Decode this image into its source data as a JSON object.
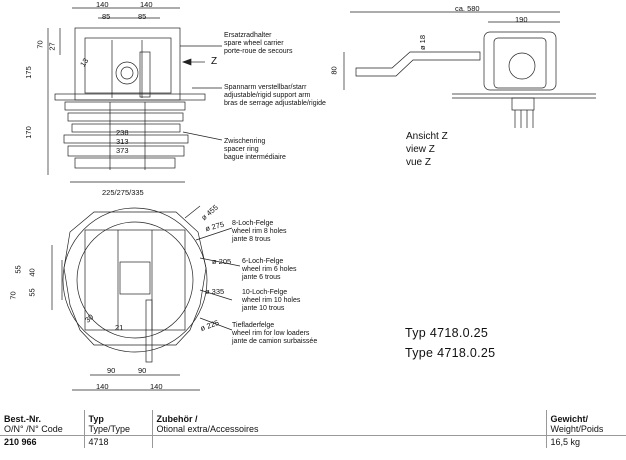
{
  "labels": {
    "spare_wheel_carrier": [
      "Ersatzradhalter",
      "spare wheel carrier",
      "porte-roue de secours"
    ],
    "clamp_arm": [
      "Spannarm verstellbar/starr",
      "adjustable/rigid support arm",
      "bras de serrage adjustable/rigide"
    ],
    "spacer_ring": [
      "Zwischenring",
      "spacer ring",
      "bague intermédiaire"
    ],
    "rim_8": [
      "8-Loch-Felge",
      "wheel rim 8 holes",
      "jante 8 trous"
    ],
    "rim_6": [
      "6-Loch-Felge",
      "wheel rim 6 holes",
      "jante 6 trous"
    ],
    "rim_10": [
      "10-Loch-Felge",
      "wheel rim 10 holes",
      "jante 10 trous"
    ],
    "low_loader": [
      "Tiefladerfelge",
      "wheel rim for low loaders",
      "jante de camion surbaissée"
    ]
  },
  "view": [
    "Ansicht Z",
    "view Z",
    "vue Z"
  ],
  "arrow_z": "Z",
  "type_lines": [
    "Typ   4718.0.25",
    "Type  4718.0.25"
  ],
  "dims": {
    "top_140": "140",
    "top_85a": "85",
    "top_85b": "85",
    "top_140b": "140",
    "d70": "70",
    "d27": "27",
    "d13": "13",
    "d175": "175",
    "d170": "170",
    "d238": "238",
    "d313": "313",
    "d373": "373",
    "d225": "225/275/335",
    "ca580": "ca. 580",
    "d190": "190",
    "d18": "ø 18",
    "d80": "80",
    "o455": "ø 455",
    "o275": "ø 275",
    "o205": "ø 205",
    "o335": "ø 335",
    "o225": "ø 225",
    "d55": "55",
    "d40": "40",
    "d70b": "70",
    "d55b": "55",
    "d30": "30",
    "d21": "21",
    "b90a": "90",
    "b90b": "90",
    "b140a": "140",
    "b140b": "140"
  },
  "table": {
    "headers": {
      "order_no": "Best.-Nr.",
      "order_no_sub": "O/N° /N° Code",
      "type": "Typ",
      "type_sub": "Type/Type",
      "accessory": "Zubehör /",
      "accessory_sub": "Otional extra/Accessoires",
      "weight": "Gewicht/",
      "weight_sub": "Weight/Poids"
    },
    "row": {
      "order_no": "210 966",
      "type": "4718",
      "accessory": "",
      "weight": "16,5 kg"
    }
  }
}
